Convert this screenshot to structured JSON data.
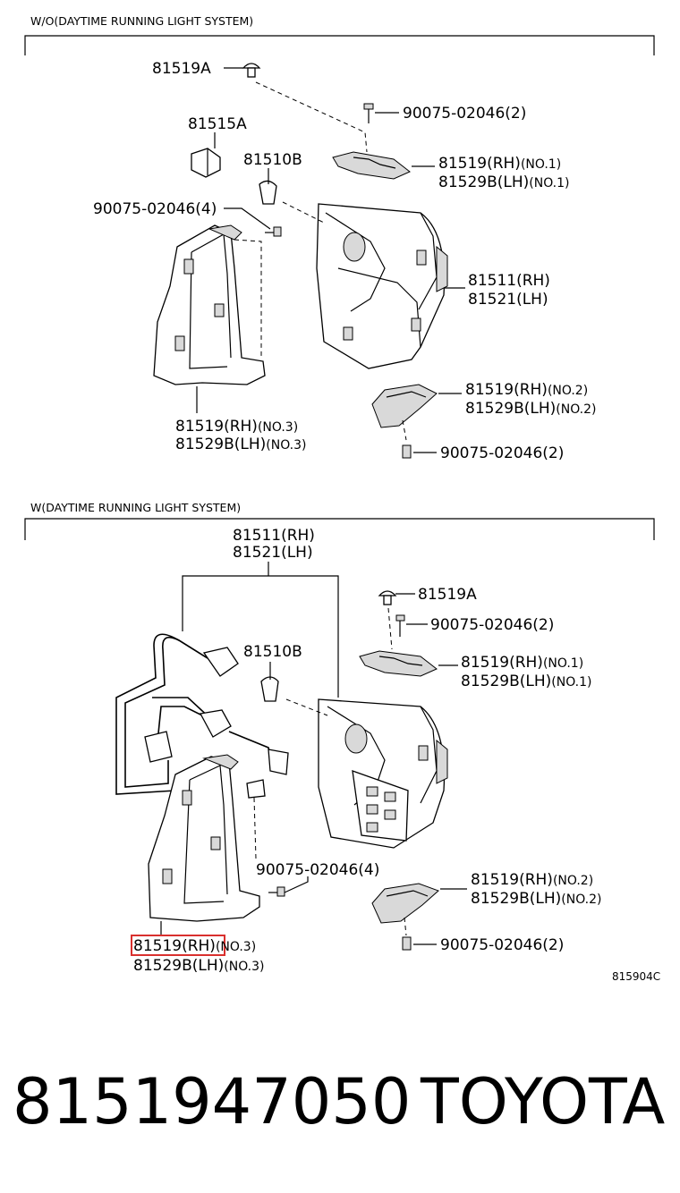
{
  "sections": {
    "top": {
      "title": "W/O(DAYTIME RUNNING LIGHT SYSTEM)"
    },
    "bottom": {
      "title": "W(DAYTIME RUNNING LIGHT SYSTEM)"
    }
  },
  "top_labels": {
    "l81519A": "81519A",
    "l81515A": "81515A",
    "l81510B": "81510B",
    "screw_top": "90075-02046(2)",
    "screw_left": "90075-02046(4)",
    "no1_rh": "81519(RH)",
    "no1_rh_sfx": "(NO.1)",
    "no1_lh": "81529B(LH)",
    "no1_lh_sfx": "(NO.1)",
    "lamp_rh": "81511(RH)",
    "lamp_lh": "81521(LH)",
    "no2_rh": "81519(RH)",
    "no2_rh_sfx": "(NO.2)",
    "no2_lh": "81529B(LH)",
    "no2_lh_sfx": "(NO.2)",
    "screw_bot": "90075-02046(2)",
    "no3_rh": "81519(RH)",
    "no3_rh_sfx": "(NO.3)",
    "no3_lh": "81529B(LH)",
    "no3_lh_sfx": "(NO.3)"
  },
  "bottom_labels": {
    "lamp_rh": "81511(RH)",
    "lamp_lh": "81521(LH)",
    "l81519A": "81519A",
    "screw_top": "90075-02046(2)",
    "l81510B": "81510B",
    "no1_rh": "81519(RH)",
    "no1_rh_sfx": "(NO.1)",
    "no1_lh": "81529B(LH)",
    "no1_lh_sfx": "(NO.1)",
    "screw_left": "90075-02046(4)",
    "no2_rh": "81519(RH)",
    "no2_rh_sfx": "(NO.2)",
    "no2_lh": "81529B(LH)",
    "no2_lh_sfx": "(NO.2)",
    "no3_rh": "81519(RH)",
    "no3_rh_sfx": "(NO.3)",
    "no3_lh": "81529B(LH)",
    "no3_lh_sfx": "(NO.3)",
    "screw_bot": "90075-02046(2)",
    "drawing_code": "815904C"
  },
  "footer": {
    "part_number": "8151947050",
    "brand": "TOYOTA"
  },
  "colors": {
    "highlight": "#d9302e",
    "ink": "#000000",
    "shade": "#d9d9d9"
  }
}
